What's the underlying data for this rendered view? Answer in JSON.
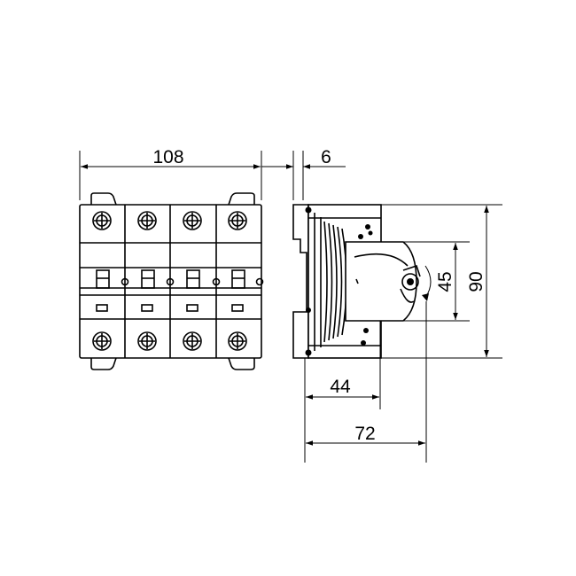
{
  "dimensions": {
    "front_width": "108",
    "rail_offset": "6",
    "height_total": "90",
    "height_front": "45",
    "depth_front": "44",
    "depth_total": "72"
  }
}
